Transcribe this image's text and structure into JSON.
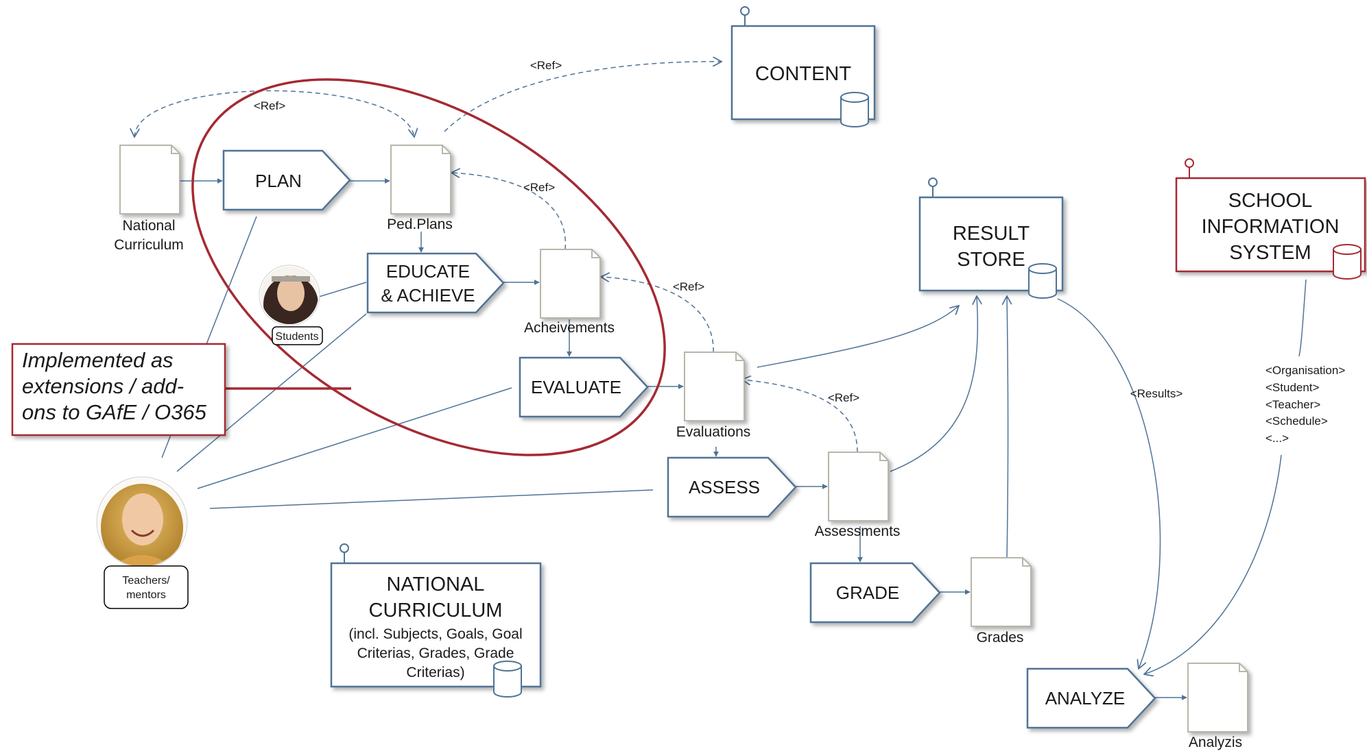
{
  "systems": {
    "content": {
      "title": [
        "CONTENT"
      ]
    },
    "result_store": {
      "title": [
        "RESULT",
        "STORE"
      ]
    },
    "school_information_system": {
      "title": [
        "SCHOOL",
        "INFORMATION",
        "SYSTEM"
      ]
    },
    "national_curriculum": {
      "title": [
        "NATIONAL",
        "CURRICULUM"
      ],
      "subtitle": [
        "(incl. Subjects, Goals, Goal",
        "Criterias, Grades, Grade",
        "Criterias)"
      ]
    }
  },
  "processes": {
    "plan": "PLAN",
    "educate": [
      "EDUCATE",
      "& ACHIEVE"
    ],
    "evaluate": "EVALUATE",
    "assess": "ASSESS",
    "grade": "GRADE",
    "analyze": "ANALYZE"
  },
  "documents": {
    "national_curriculum": [
      "National",
      "Curriculum"
    ],
    "ped_plans": "Ped.Plans",
    "achievements": "Acheivements",
    "evaluations": "Evaluations",
    "assessments": "Assessments",
    "grades": "Grades",
    "analyzis": "Analyzis"
  },
  "refs": {
    "ref_content": "<Ref>",
    "ref_curriculum": "<Ref>",
    "ref_achievements": "<Ref>",
    "ref_evaluations": "<Ref>",
    "ref_assessments": "<Ref>",
    "results": "<Results>"
  },
  "sis_data": [
    "<Organisation>",
    "<Student>",
    "<Teacher>",
    "<Schedule>",
    "<...>"
  ],
  "callout": {
    "lines": [
      "Implemented as",
      "extensions / add-",
      "ons to GAfE / O365"
    ]
  },
  "actors": {
    "students": "Students",
    "teachers": [
      "Teachers/",
      "mentors"
    ]
  },
  "colors": {
    "blue": "#4f7396",
    "red": "#a52a33",
    "doc_border": "#b8b6aa"
  }
}
